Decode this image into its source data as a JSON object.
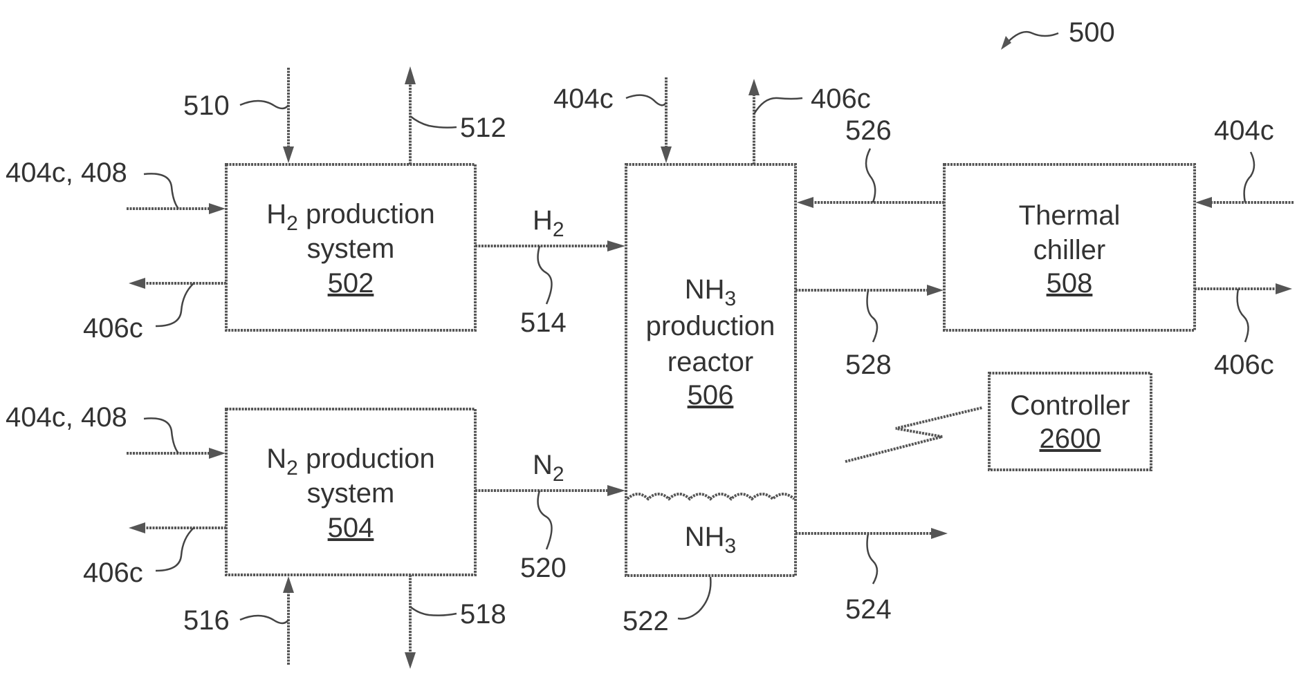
{
  "figure_ref": "500",
  "boxes": {
    "h2": {
      "line1_prefix": "H",
      "line1_sub": "2",
      "line1_suffix": " production",
      "line2": "system",
      "ref": "502"
    },
    "n2": {
      "line1_prefix": "N",
      "line1_sub": "2",
      "line1_suffix": " production",
      "line2": "system",
      "ref": "504"
    },
    "reactor": {
      "line1_prefix": "NH",
      "line1_sub": "3",
      "line2": "production",
      "line3": "reactor",
      "ref": "506",
      "liquid_prefix": "NH",
      "liquid_sub": "3"
    },
    "chiller": {
      "line1": "Thermal",
      "line2": "chiller",
      "ref": "508"
    },
    "controller": {
      "line1": "Controller",
      "ref": "2600"
    }
  },
  "flows": {
    "h2_label_prefix": "H",
    "h2_label_sub": "2",
    "n2_label_prefix": "N",
    "n2_label_sub": "2"
  },
  "refs": {
    "r510": "510",
    "r512": "512",
    "r404c_408_top": "404c, 408",
    "r406c_top": "406c",
    "r514": "514",
    "r404c_reactor": "404c",
    "r406c_reactor": "406c",
    "r526": "526",
    "r528": "528",
    "r404c_chiller": "404c",
    "r406c_chiller": "406c",
    "r404c_408_bottom": "404c, 408",
    "r406c_bottom": "406c",
    "r520": "520",
    "r516": "516",
    "r518": "518",
    "r522": "522",
    "r524": "524"
  }
}
